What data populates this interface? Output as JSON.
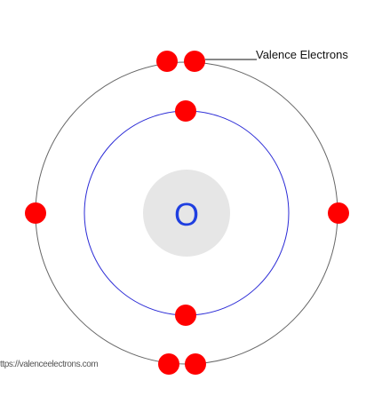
{
  "diagram": {
    "element_symbol": "O",
    "callout_label": "Valence Electrons",
    "watermark": "ttps://valenceelectrons.com",
    "shells": [
      {
        "shell": 1,
        "electron_count": 2
      },
      {
        "shell": 2,
        "electron_count": 6
      }
    ],
    "colors": {
      "electron": "#ff0000",
      "nucleus_fill": "#e6e6e6",
      "element_symbol": "#1f3fe0",
      "inner_shell": "#2b2bd6",
      "outer_shell": "#666666",
      "callout_text": "#111111",
      "watermark_text": "#555555"
    }
  }
}
